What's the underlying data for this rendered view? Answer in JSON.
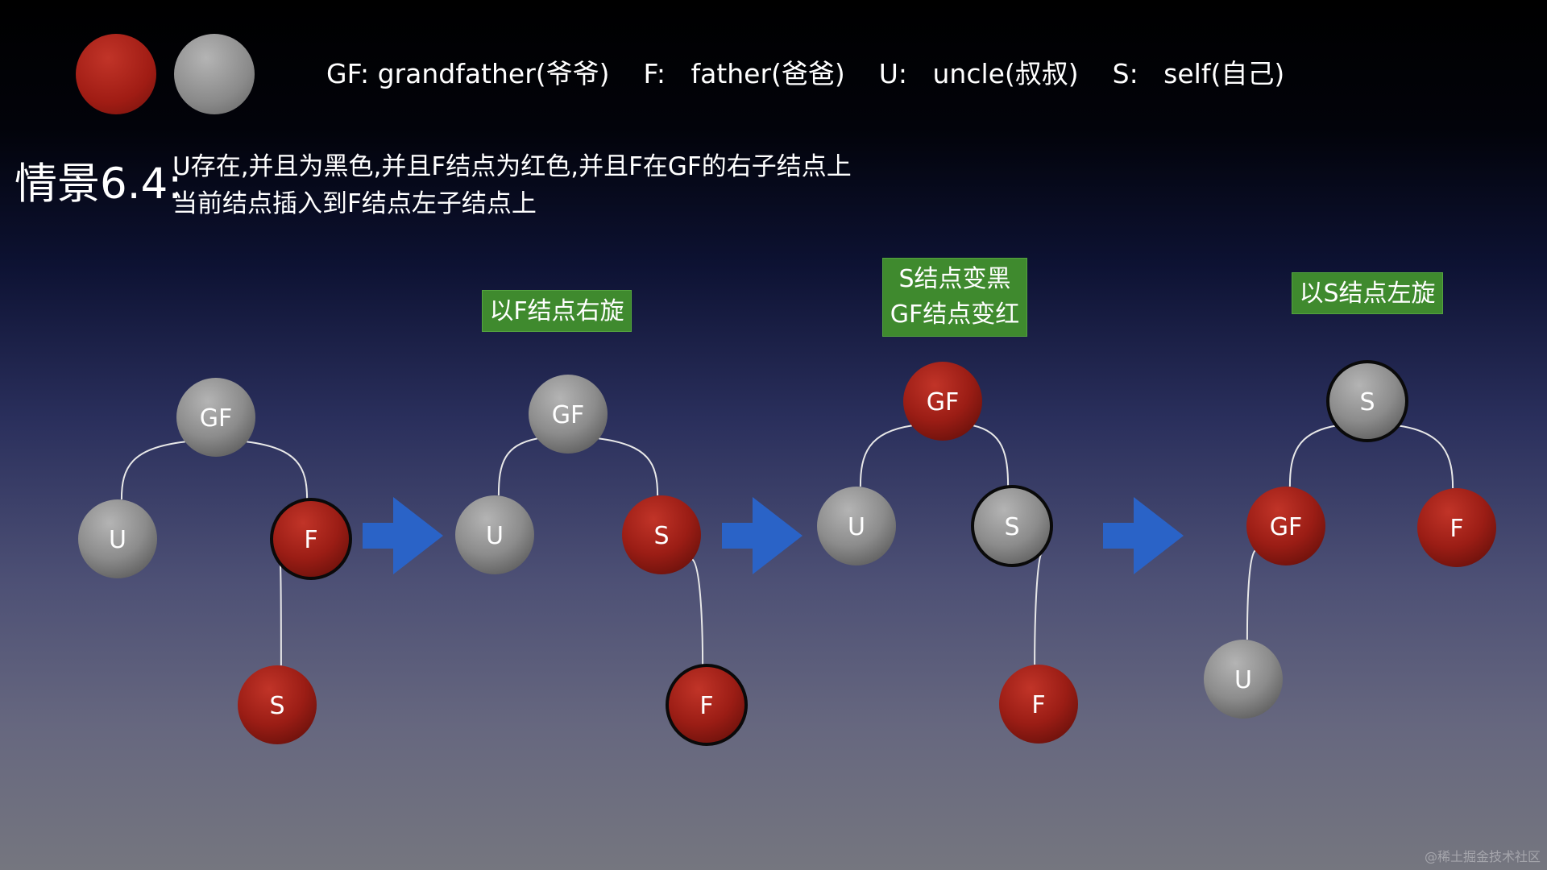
{
  "legend": {
    "text": "GF: grandfather(爷爷)    F:   father(爸爸)    U:   uncle(叔叔)    S:   self(自己)",
    "red_color": "#a01c14",
    "black_color": "#8a8a8a"
  },
  "scenario": {
    "title": "情景6.4:",
    "line1": "U存在,并且为黑色,并且F结点为红色,并且F在GF的右子结点上",
    "line2": "当前结点插入到F结点左子结点上"
  },
  "steps": [
    {
      "lines": [
        "以F结点右旋"
      ]
    },
    {
      "lines": [
        "S结点变黑",
        "GF结点变红"
      ]
    },
    {
      "lines": [
        "以S结点左旋"
      ]
    }
  ],
  "trees": [
    {
      "nodes": [
        {
          "id": "GF",
          "label": "GF",
          "color": "black"
        },
        {
          "id": "U",
          "label": "U",
          "color": "black"
        },
        {
          "id": "F",
          "label": "F",
          "color": "red",
          "outlined": true
        },
        {
          "id": "S",
          "label": "S",
          "color": "red"
        }
      ],
      "edges": [
        [
          "GF",
          "U"
        ],
        [
          "GF",
          "F"
        ],
        [
          "F",
          "S"
        ]
      ]
    },
    {
      "nodes": [
        {
          "id": "GF",
          "label": "GF",
          "color": "black"
        },
        {
          "id": "U",
          "label": "U",
          "color": "black"
        },
        {
          "id": "S",
          "label": "S",
          "color": "red"
        },
        {
          "id": "F",
          "label": "F",
          "color": "red",
          "outlined": true
        }
      ],
      "edges": [
        [
          "GF",
          "U"
        ],
        [
          "GF",
          "S"
        ],
        [
          "S",
          "F"
        ]
      ]
    },
    {
      "nodes": [
        {
          "id": "GF",
          "label": "GF",
          "color": "red"
        },
        {
          "id": "U",
          "label": "U",
          "color": "black"
        },
        {
          "id": "S",
          "label": "S",
          "color": "black",
          "outlined": true
        },
        {
          "id": "F",
          "label": "F",
          "color": "red"
        }
      ],
      "edges": [
        [
          "GF",
          "U"
        ],
        [
          "GF",
          "S"
        ],
        [
          "S",
          "F"
        ]
      ]
    },
    {
      "nodes": [
        {
          "id": "S",
          "label": "S",
          "color": "black",
          "outlined": true
        },
        {
          "id": "GF",
          "label": "GF",
          "color": "red"
        },
        {
          "id": "F",
          "label": "F",
          "color": "red"
        },
        {
          "id": "U",
          "label": "U",
          "color": "black"
        }
      ],
      "edges": [
        [
          "S",
          "GF"
        ],
        [
          "S",
          "F"
        ],
        [
          "GF",
          "U"
        ]
      ]
    }
  ],
  "arrow_color": "#2a63c7",
  "watermark": "@稀土掘金技术社区"
}
